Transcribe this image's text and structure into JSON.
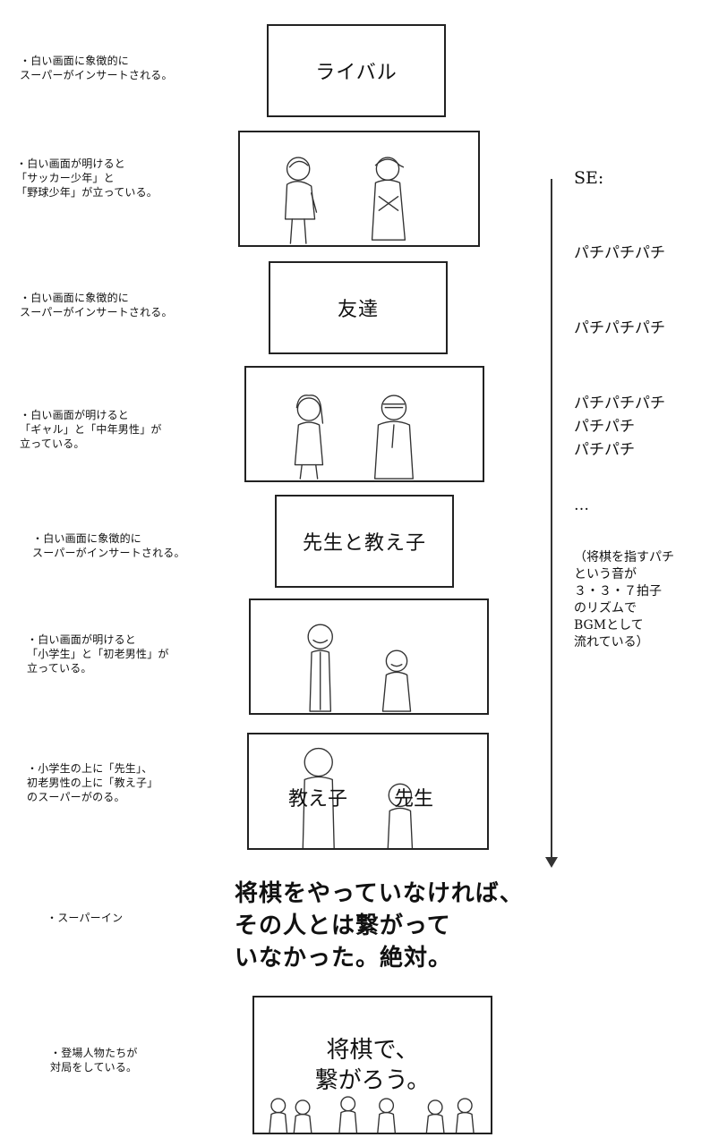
{
  "rows": [
    {
      "note": [
        "・白い画面に象徴的に",
        "スーパーがインサートされる。"
      ],
      "panel_text": "ライバル"
    },
    {
      "note": [
        "・白い画面が明けると",
        "「サッカー少年」と",
        "「野球少年」が立っている。"
      ]
    },
    {
      "note": [
        "・白い画面に象徴的に",
        "スーパーがインサートされる。"
      ],
      "panel_text": "友達"
    },
    {
      "note": [
        "・白い画面が明けると",
        "「ギャル」と「中年男性」が",
        "立っている。"
      ]
    },
    {
      "note": [
        "・白い画面に象徴的に",
        "スーパーがインサートされる。"
      ],
      "panel_text": "先生と教え子"
    },
    {
      "note": [
        "・白い画面が明けると",
        "「小学生」と「初老男性」が",
        "立っている。"
      ]
    },
    {
      "note": [
        "・小学生の上に「先生」、",
        "初老男性の上に「教え子」",
        "のスーパーがのる。"
      ],
      "overlay_left": "教え子",
      "overlay_right": "先生"
    },
    {
      "note": [
        "・スーパーイン"
      ],
      "super": [
        "将棋をやっていなければ、",
        "その人とは繋がって",
        "いなかった。絶対。"
      ]
    },
    {
      "note": [
        "・登場人物たちが",
        "対局をしている。"
      ],
      "panel_text": [
        "将棋で、",
        "繋がろう。"
      ]
    }
  ],
  "se": {
    "label": "SE:",
    "sounds": [
      "パチパチパチ",
      "パチパチパチ",
      "パチパチパチ",
      "パチパチ",
      "パチパチ",
      "…"
    ],
    "note": [
      "（将棋を指すパチ",
      "という音が",
      "３・３・７拍子",
      "のリズムで",
      "BGMとして",
      "流れている）"
    ]
  }
}
